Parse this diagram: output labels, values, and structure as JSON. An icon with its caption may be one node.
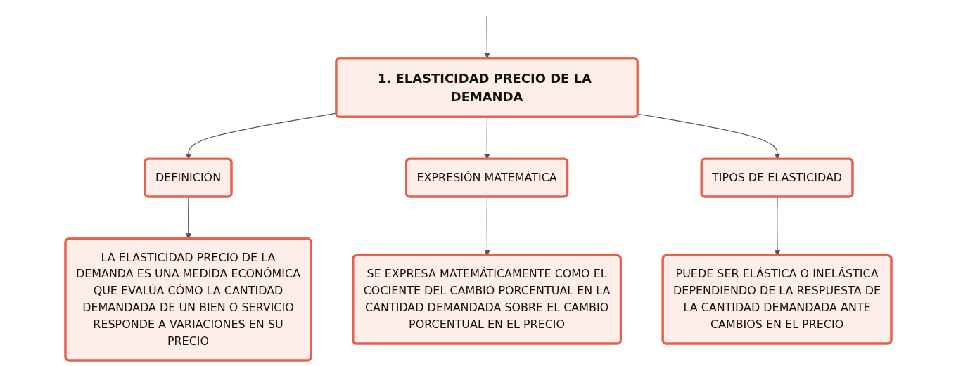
{
  "diagram": {
    "nodes": [
      {
        "text": [
          "1. ELASTICIDAD PRECIO DE LA DEMANDA"
        ]
      },
      {
        "text": [
          "DEFINICIÓN"
        ]
      },
      {
        "text": [
          "EXPRESIÓN MATEMÁTICA"
        ]
      },
      {
        "text": [
          "TIPOS DE ELASTICIDAD"
        ]
      },
      {
        "text": [
          "LA ELASTICIDAD PRECIO DE LA DEMANDA ES UNA MEDIDA ECONÓMICA QUE EVALÚA CÓMO LA CANTIDAD DEMANDADA DE UN BIEN O SERVICIO RESPONDE A VARIACIONES EN SU PRECIO"
        ]
      },
      {
        "text": [
          "SE EXPRESA MATEMÁTICAMENTE COMO EL COCIENTE DEL CAMBIO PORCENTUAL EN LA CANTIDAD DEMANDADA SOBRE EL CAMBIO PORCENTUAL EN EL PRECIO"
        ]
      },
      {
        "text": [
          "PUEDE SER ELÁSTICA O INELÁSTICA DEPENDIENDO DE LA RESPUESTA DE LA CANTIDAD DEMANDADA ANTE CAMBIOS EN EL PRECIO"
        ]
      }
    ],
    "edges": [
      {
        "from": null,
        "to": 0,
        "arrow": "to"
      },
      {
        "from": 0,
        "to": 1,
        "arrow": "to"
      },
      {
        "from": 0,
        "to": 2,
        "arrow": "to"
      },
      {
        "from": 0,
        "to": 3,
        "arrow": "to"
      },
      {
        "from": 1,
        "to": 4,
        "arrow": "to"
      },
      {
        "from": 2,
        "to": 5,
        "arrow": "to"
      },
      {
        "from": 3,
        "to": 6,
        "arrow": "to"
      }
    ]
  }
}
